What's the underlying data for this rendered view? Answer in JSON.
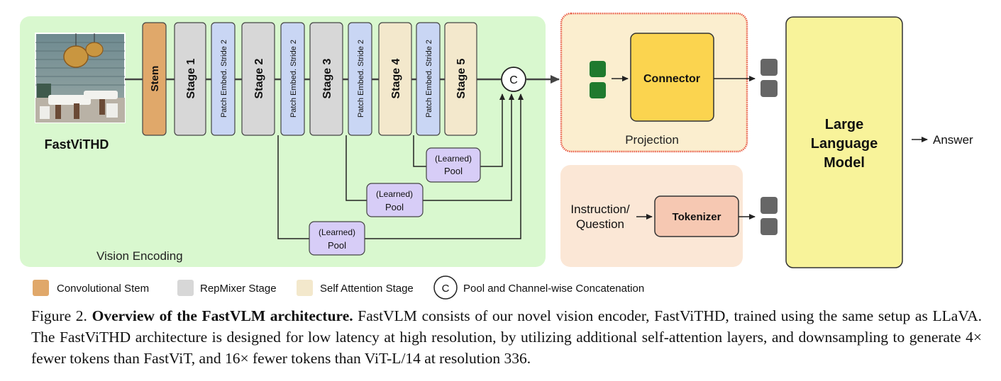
{
  "diagram": {
    "image_label": "FastViTHD",
    "blocks": {
      "stem": "Stem",
      "stage1": "Stage 1",
      "patch1": "Patch Embed. Stride 2",
      "stage2": "Stage 2",
      "patch2": "Patch Embed. Stride 2",
      "stage3": "Stage 3",
      "patch3": "Patch Embed. Stride 2",
      "stage4": "Stage 4",
      "patch4": "Patch Embed. Stride 2",
      "stage5": "Stage 5"
    },
    "concat_symbol": "C",
    "pool_line1": "(Learned)",
    "pool_line2": "Pool",
    "vision_encoding": "Vision Encoding",
    "connector": "Connector",
    "projection": "Projection",
    "instruction_line1": "Instruction/",
    "instruction_line2": "Question",
    "tokenizer": "Tokenizer",
    "llm_line1": "Large",
    "llm_line2": "Language",
    "llm_line3": "Model",
    "answer": "Answer"
  },
  "legend": [
    {
      "label": "Convolutional Stem",
      "color": "#e0a86a"
    },
    {
      "label": "RepMixer Stage",
      "color": "#d7d7d7"
    },
    {
      "label": "Self Attention Stage",
      "color": "#f3e8cc"
    },
    {
      "label": "Pool and Channel-wise Concatenation",
      "symbol": "C"
    }
  ],
  "caption": {
    "prefix": "Figure 2. ",
    "title": "Overview of the FastVLM architecture.",
    "body": " FastVLM consists of our novel vision encoder, FastViTHD, trained using the same setup as LLaVA. The FastViTHD architecture is designed for low latency at high resolution, by utilizing additional self-attention layers, and downsampling to generate 4× fewer tokens than FastViT, and 16× fewer tokens than ViT-L/14 at resolution 336."
  },
  "colors": {
    "vision_bg": "#d9f8cf",
    "stem": "#e0a86a",
    "repmixer": "#d7d7d7",
    "self_attention": "#f3e8cc",
    "patch_embed": "#c9d6f4",
    "pool": "#d7cdf7",
    "connector": "#fbd44f",
    "projection_border": "#e85a44",
    "projection_bg": "#fbeecf",
    "text_bg": "#fbe7d6",
    "tokenizer": "#f6c8b2",
    "llm": "#f8f39a",
    "green_token": "#1f7a2e",
    "gray_token": "#666666"
  }
}
